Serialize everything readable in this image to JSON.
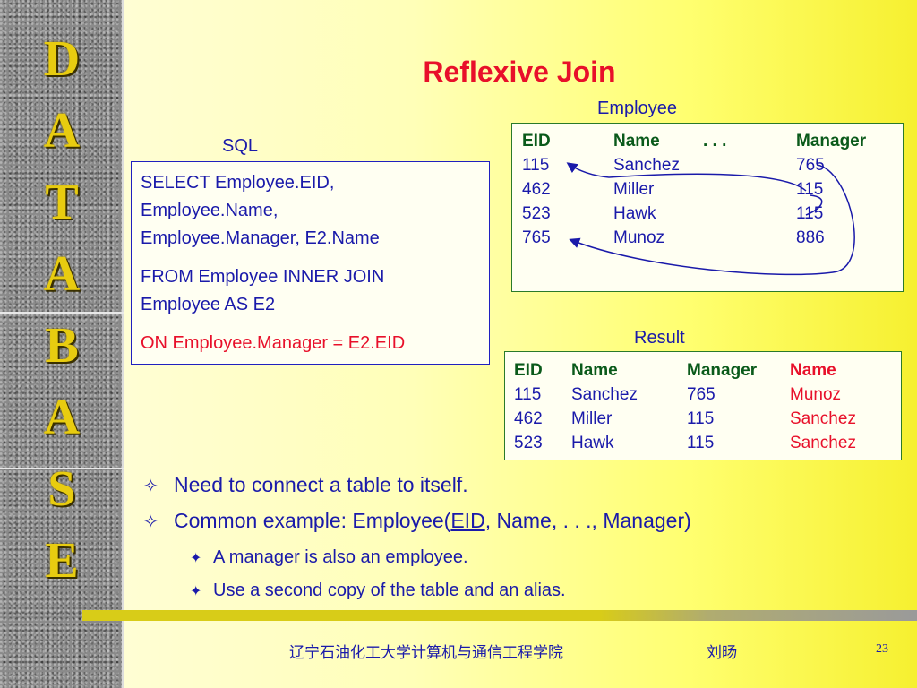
{
  "sidebar": {
    "letters": [
      "D",
      "A",
      "T",
      "A",
      "B",
      "A",
      "S",
      "E"
    ]
  },
  "title": "Reflexive Join",
  "sql": {
    "label": "SQL",
    "line1": "SELECT Employee.EID,",
    "line2": "Employee.Name,",
    "line3": "Employee.Manager, E2.Name",
    "line4": "FROM Employee INNER JOIN",
    "line5": "Employee AS E2",
    "line6": "ON Employee.Manager = E2.EID"
  },
  "employee": {
    "label": "Employee",
    "headers": [
      "EID",
      "Name",
      ". . .",
      "Manager"
    ],
    "rows": [
      [
        "115",
        "Sanchez",
        "765"
      ],
      [
        "462",
        "Miller",
        "115"
      ],
      [
        "523",
        "Hawk",
        "115"
      ],
      [
        "765",
        "Munoz",
        "886"
      ]
    ]
  },
  "result": {
    "label": "Result",
    "headers": [
      "EID",
      "Name",
      "Manager",
      "Name"
    ],
    "rows": [
      [
        "115",
        "Sanchez",
        "765",
        "Munoz"
      ],
      [
        "462",
        "Miller",
        "115",
        "Sanchez"
      ],
      [
        "523",
        "Hawk",
        "115",
        "Sanchez"
      ]
    ]
  },
  "bullets": {
    "marker": "✧",
    "sub_marker": "✦",
    "b1": "Need to connect a table to itself.",
    "b2_prefix": "Common example:  Employee(",
    "b2_key": "EID",
    "b2_suffix": ", Name, . . ., Manager)",
    "s1": "A manager is also an employee.",
    "s2": "Use a second copy of the table and an alias."
  },
  "footer": {
    "school": "辽宁石油化工大学计算机与通信工程学院",
    "author": "刘旸",
    "page": "23"
  },
  "colors": {
    "title": "#e8102a",
    "text": "#1a1aaa",
    "table_header": "#0a5a1a",
    "sidebar_letter": "#e8cc10"
  }
}
